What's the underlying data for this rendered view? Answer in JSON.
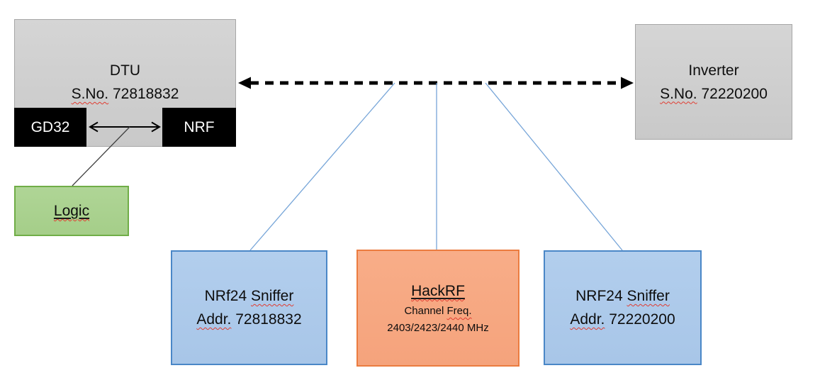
{
  "colors": {
    "gray_fill": "#CFCFCF",
    "gray_border": "#A6A6A6",
    "black_chip_fill": "#000000",
    "green_fill": "#A9D18E",
    "green_border": "#70AD47",
    "blue_fill": "#AECBEB",
    "blue_border": "#4A87C7",
    "orange_fill": "#F6A984",
    "orange_border": "#EB7C40",
    "connector_blue": "#76A5D8",
    "arrow_black": "#000000",
    "spellcheck_red": "#E03C31"
  },
  "nodes": {
    "dtu": {
      "name": "DTU",
      "serial_label": "S.No.",
      "serial_value": "72818832"
    },
    "gd32": {
      "label": "GD32"
    },
    "nrf": {
      "label": "NRF"
    },
    "logic": {
      "label": "Logic"
    },
    "inverter": {
      "name": "Inverter",
      "serial_label": "S.No.",
      "serial_value": "72220200"
    },
    "sniffer_left": {
      "brand": "NRf24",
      "type": "Sniffer",
      "addr_label": "Addr.",
      "addr_value": "72818832"
    },
    "hackrf": {
      "name": "HackRF",
      "channel_word": "Channel",
      "freq_word": "Freq.",
      "frequencies": "2403/2423/2440 MHz"
    },
    "sniffer_right": {
      "brand": "NRF24",
      "type": "Sniffer",
      "addr_label": "Addr.",
      "addr_value": "72220200"
    }
  }
}
